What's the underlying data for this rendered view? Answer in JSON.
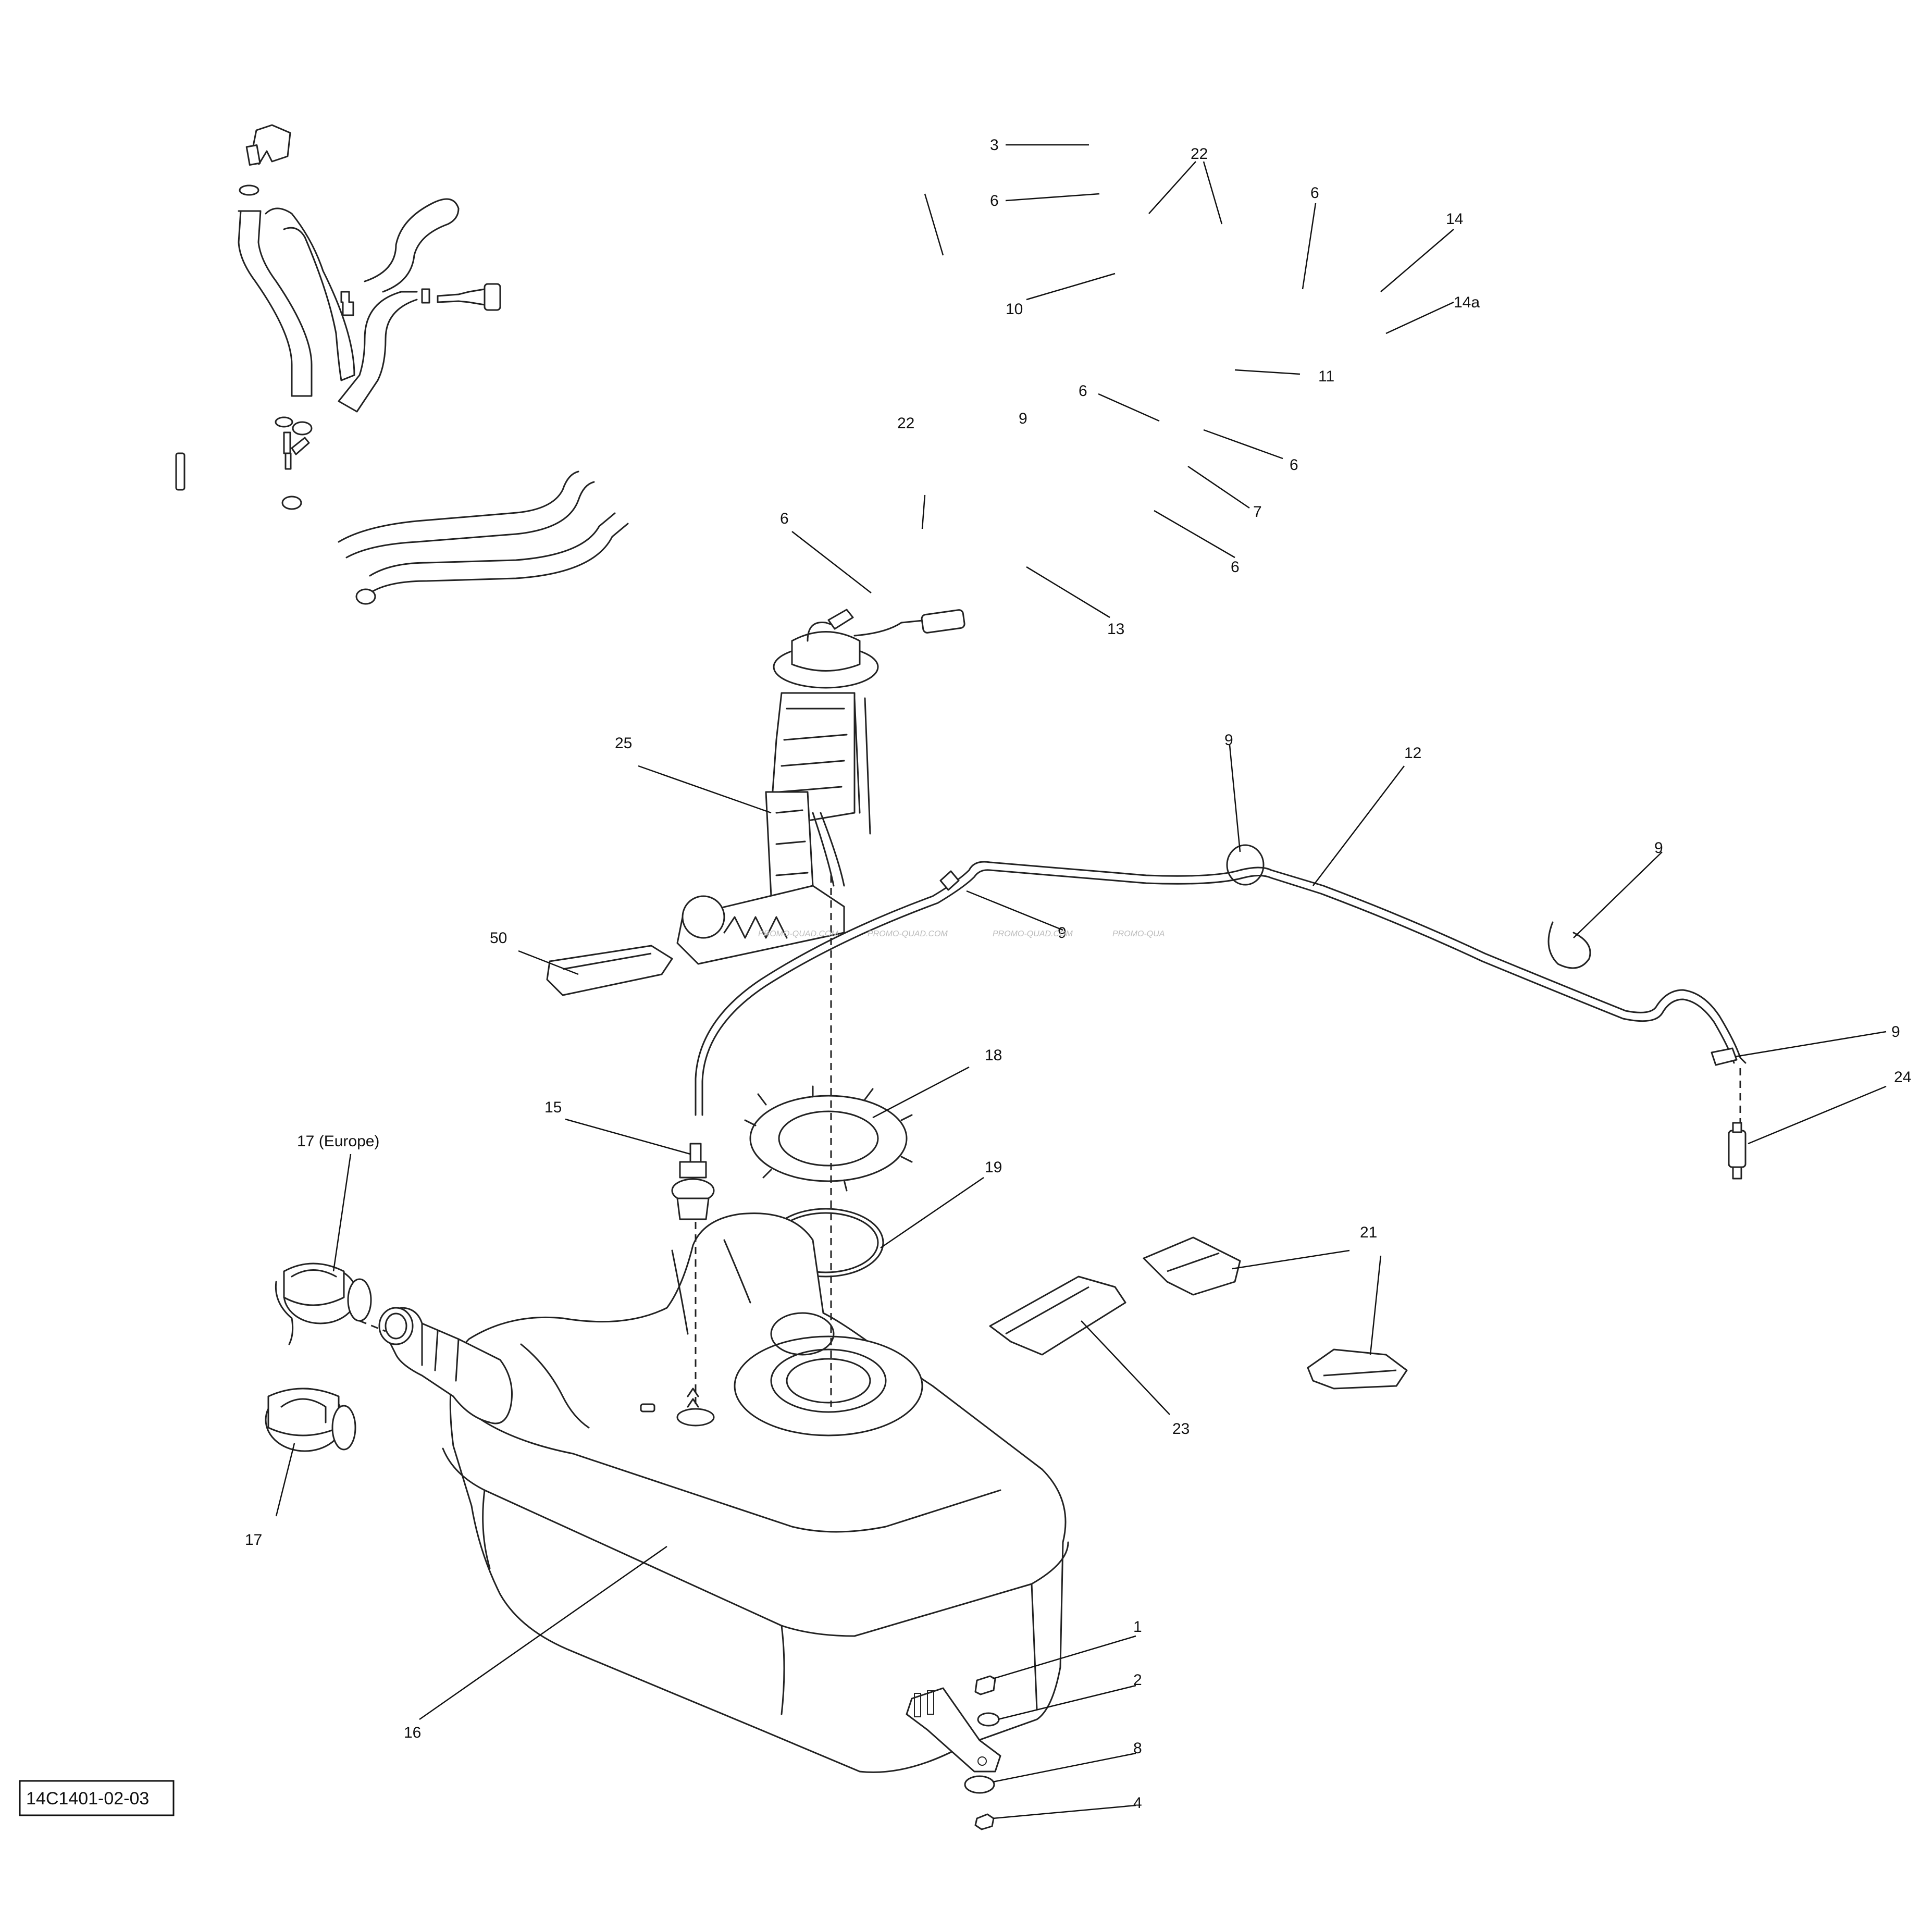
{
  "diagram_code": "14C1401-02-03",
  "watermarks": [
    "PROMO-QUAD.COM",
    "PROMO-QUAD.COM",
    "PROMO-QUAD.COM",
    "PROMO-QUA"
  ],
  "callouts": [
    {
      "id": "c3",
      "text": "3"
    },
    {
      "id": "c22a",
      "text": "22"
    },
    {
      "id": "c6a",
      "text": "6"
    },
    {
      "id": "c6b",
      "text": "6"
    },
    {
      "id": "c14",
      "text": "14"
    },
    {
      "id": "c10",
      "text": "10"
    },
    {
      "id": "c14a",
      "text": "14a"
    },
    {
      "id": "c11",
      "text": "11"
    },
    {
      "id": "c6c",
      "text": "6"
    },
    {
      "id": "c22b",
      "text": "22"
    },
    {
      "id": "c9a",
      "text": "9"
    },
    {
      "id": "c6d",
      "text": "6"
    },
    {
      "id": "c7",
      "text": "7"
    },
    {
      "id": "c6e",
      "text": "6"
    },
    {
      "id": "c6f",
      "text": "6"
    },
    {
      "id": "c13",
      "text": "13"
    },
    {
      "id": "c9b",
      "text": "9"
    },
    {
      "id": "c12",
      "text": "12"
    },
    {
      "id": "c25",
      "text": "25"
    },
    {
      "id": "c9c",
      "text": "9"
    },
    {
      "id": "c50",
      "text": "50"
    },
    {
      "id": "c9d",
      "text": "9"
    },
    {
      "id": "c9e",
      "text": "9"
    },
    {
      "id": "c18",
      "text": "18"
    },
    {
      "id": "c15",
      "text": "15"
    },
    {
      "id": "c17e",
      "text": "17 (Europe)"
    },
    {
      "id": "c24",
      "text": "24"
    },
    {
      "id": "c19",
      "text": "19"
    },
    {
      "id": "c21",
      "text": "21"
    },
    {
      "id": "c23",
      "text": "23"
    },
    {
      "id": "c17",
      "text": "17"
    },
    {
      "id": "c16",
      "text": "16"
    },
    {
      "id": "c1",
      "text": "1"
    },
    {
      "id": "c2",
      "text": "2"
    },
    {
      "id": "c8",
      "text": "8"
    },
    {
      "id": "c4",
      "text": "4"
    }
  ]
}
